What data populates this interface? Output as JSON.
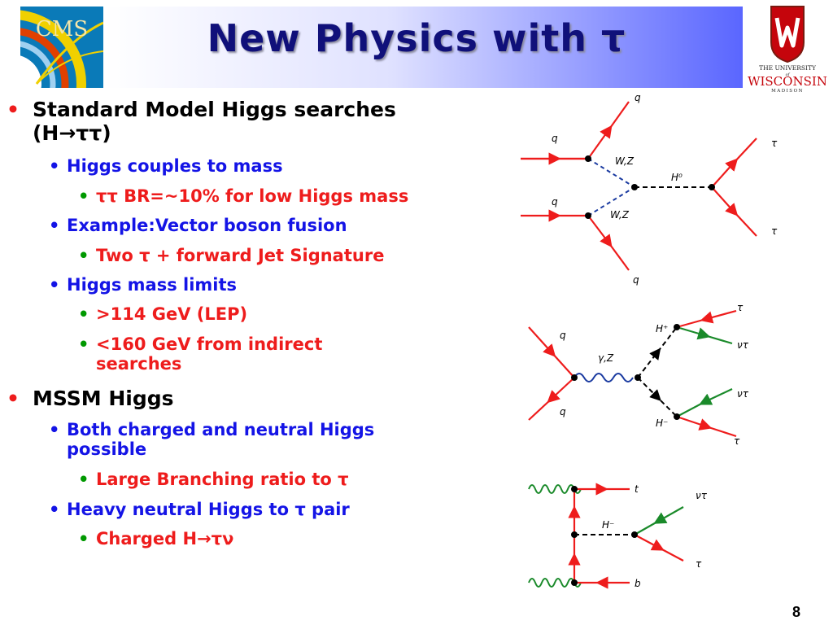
{
  "slide": {
    "title": "New Physics with τ",
    "page_number": "8"
  },
  "logos": {
    "cms": {
      "text": "CMS"
    },
    "uw": {
      "line1": "THE UNIVERSITY",
      "line2": "of",
      "line3": "WISCONSIN",
      "line4": "MADISON"
    }
  },
  "bullets": [
    {
      "level": 1,
      "lines": [
        "Standard Model Higgs searches",
        "(H→ττ)"
      ]
    },
    {
      "level": 2,
      "lines": [
        "Higgs couples to mass"
      ]
    },
    {
      "level": 3,
      "lines": [
        "ττ BR=~10% for low Higgs mass"
      ]
    },
    {
      "level": 2,
      "lines": [
        "Example:Vector boson fusion"
      ]
    },
    {
      "level": 3,
      "lines": [
        "Two τ + forward Jet Signature"
      ]
    },
    {
      "level": 2,
      "lines": [
        "Higgs mass limits"
      ]
    },
    {
      "level": 3,
      "lines": [
        ">114 GeV (LEP)"
      ]
    },
    {
      "level": 3,
      "lines": [
        "<160 GeV from indirect",
        "searches"
      ]
    },
    {
      "level": 1,
      "lines": [
        "MSSM Higgs"
      ]
    },
    {
      "level": 2,
      "lines": [
        "Both charged and neutral Higgs",
        "possible"
      ]
    },
    {
      "level": 3,
      "lines": [
        "Large Branching ratio to τ"
      ]
    },
    {
      "level": 2,
      "lines": [
        "Heavy neutral Higgs to τ pair"
      ]
    },
    {
      "level": 3,
      "lines": [
        "Charged H→τν"
      ]
    }
  ],
  "diagrams": {
    "vbf": {
      "q_top": "q",
      "q_in1": "q",
      "q_in2": "q",
      "q_bottom": "q",
      "wz1": "W,Z",
      "wz2": "W,Z",
      "h0": "H⁰",
      "tau1": "τ",
      "tau2": "τ"
    },
    "charged": {
      "q1": "q",
      "q2": "q",
      "gz": "γ,Z",
      "hplus": "H⁺",
      "hminus": "H⁻",
      "tau1": "τ",
      "nu1": "ντ",
      "nu2": "ντ",
      "tau2": "τ"
    },
    "tbh": {
      "t": "t",
      "b": "b",
      "hminus": "H⁻",
      "nu": "ντ",
      "tau": "τ"
    }
  },
  "colors": {
    "title": "#10107a",
    "level1_bullet": "#ee1c1c",
    "level2": "#1414e6",
    "level3": "#ee1c1c",
    "level3_bullet": "#009900",
    "fermion": "#ee1c1c",
    "neutrino": "#1a8a2a",
    "boson": "#1a3aa0"
  }
}
